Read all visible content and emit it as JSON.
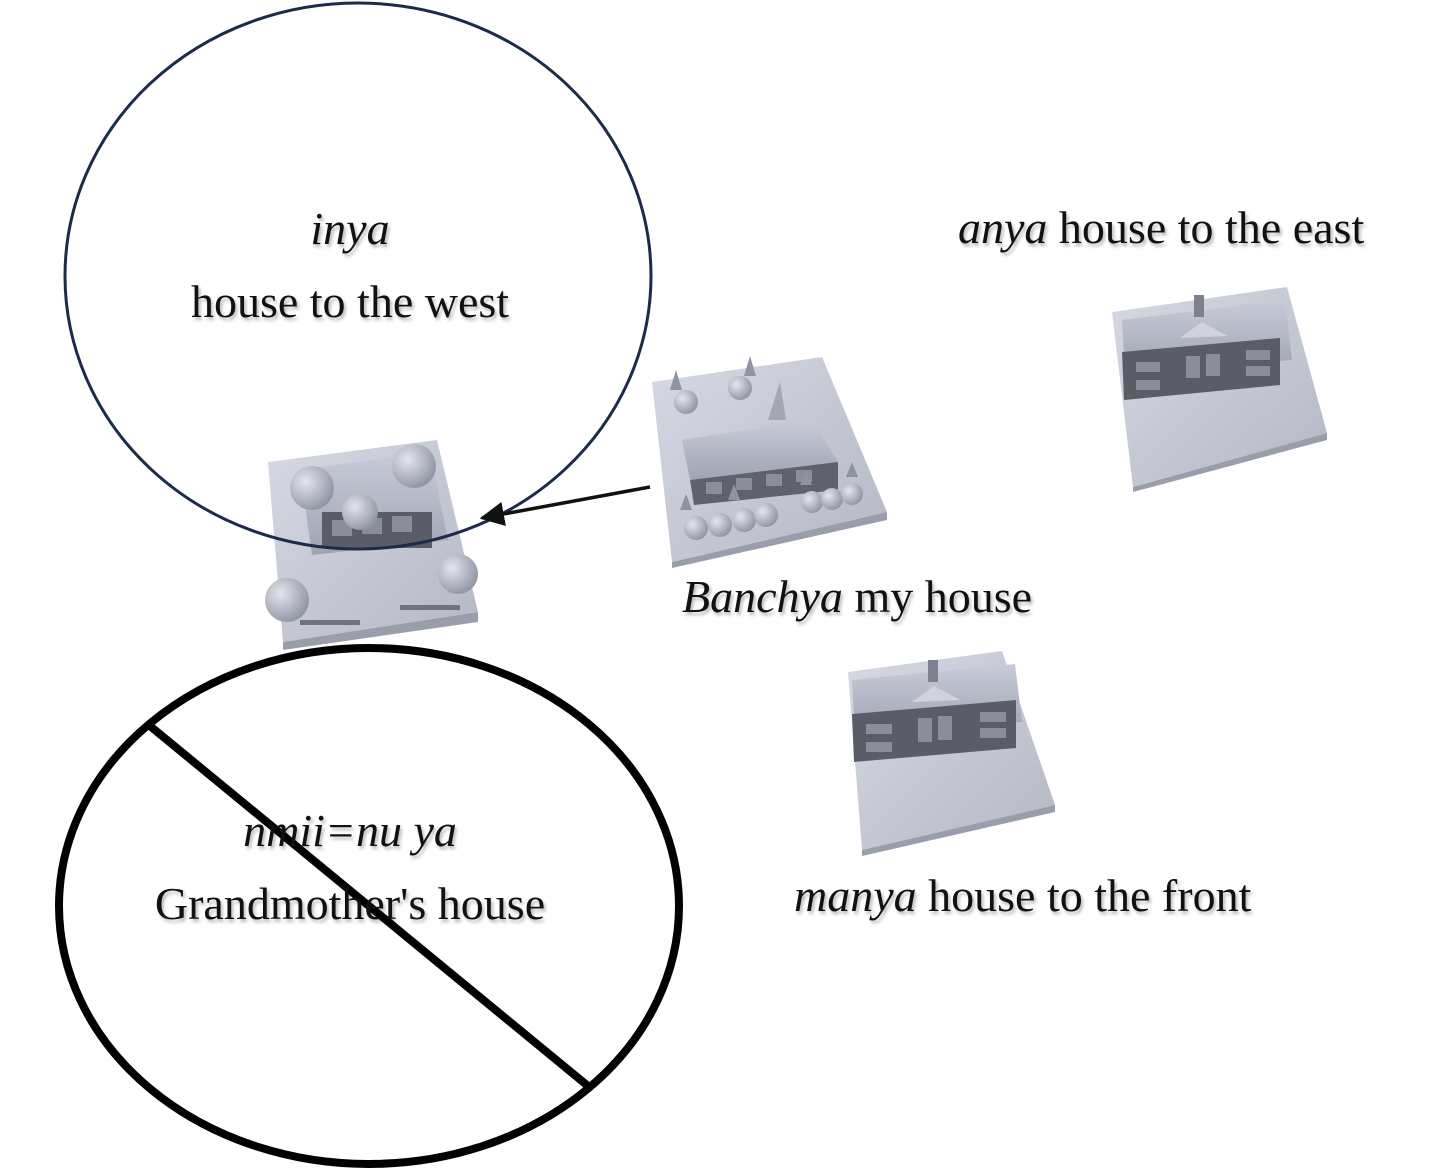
{
  "labels": {
    "west": {
      "term": "inya",
      "gloss": "house to the west"
    },
    "east": {
      "term": "anya",
      "gloss": "house to the east"
    },
    "mine": {
      "term": "Banchya",
      "gloss": "my house"
    },
    "front": {
      "term": "manya",
      "gloss": "house to the front"
    },
    "grandmother": {
      "term": "nmii=nu ya",
      "gloss": "Grandmother's house"
    }
  },
  "colors": {
    "west_circle": "#1c2b4a",
    "crossed_circle": "#000000",
    "arrow": "#111111",
    "house_light": "#c9cdd8",
    "house_dark": "#5a5d66",
    "text": "#111111"
  },
  "icons": {
    "west_house": "house-model-icon",
    "my_house": "house-model-icon",
    "east_house": "house-model-icon",
    "front_house": "house-model-icon",
    "arrow": "arrow-left-icon",
    "prohibition": "prohibition-circle-icon"
  }
}
